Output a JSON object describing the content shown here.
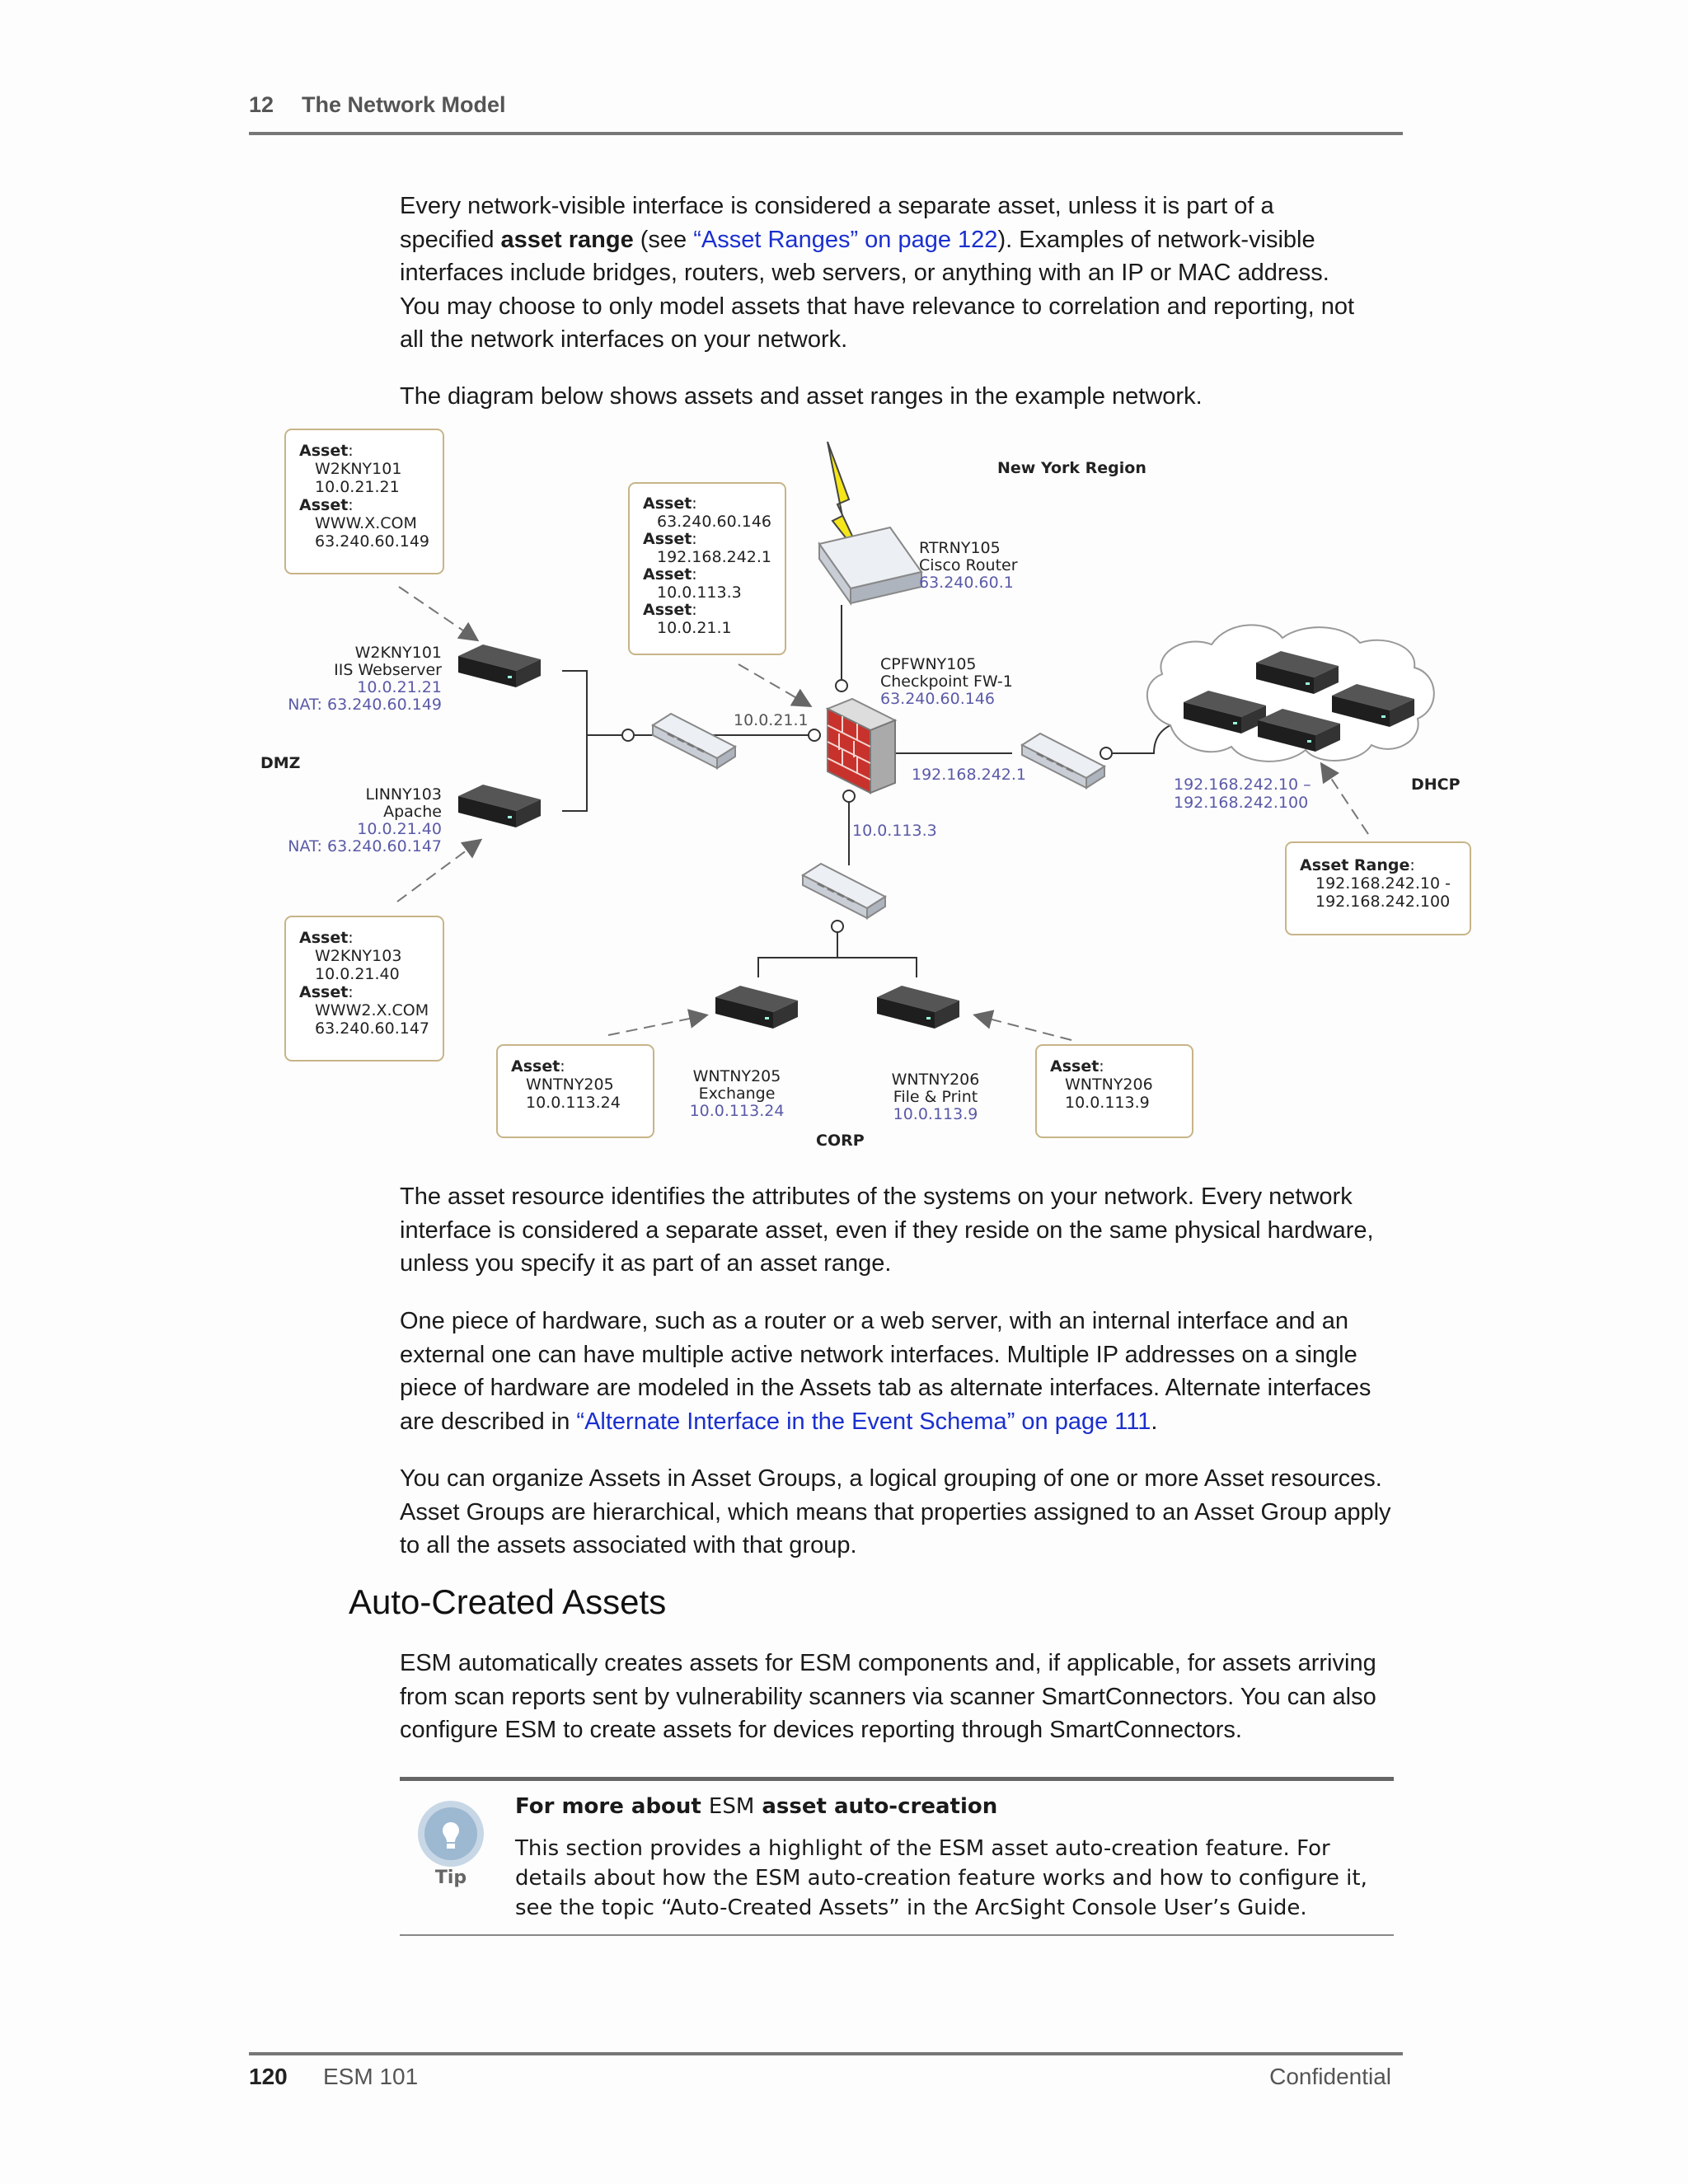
{
  "header": {
    "chapter_number": "12",
    "chapter_title": "The Network Model"
  },
  "paragraphs": {
    "p1_a": "Every network-visible interface is considered a separate asset, unless it is part of a",
    "p1_b_pre": "specified ",
    "p1_b_bold": "asset range",
    "p1_b_mid": " (see ",
    "p1_b_link": "“Asset Ranges” on page 122",
    "p1_b_post": "). Examples of network-visible",
    "p1_c": "interfaces include bridges, routers, web servers, or anything with an IP or MAC address.",
    "p1_d": "You may choose to only model assets that have relevance to correlation and reporting, not",
    "p1_e": "all the network interfaces on your network.",
    "p2": "The diagram below shows assets and asset ranges in the example network.",
    "p3": "The asset resource identifies the attributes of the systems on your network. Every network interface is considered a separate asset, even if they reside on the same physical hardware, unless you specify it as part of an asset range.",
    "p4_pre": "One piece of hardware, such as a router or a web server, with an internal interface and an external one can have multiple active network interfaces. Multiple IP addresses on a single piece of hardware are modeled in the Assets tab as alternate interfaces. Alternate interfaces are described in ",
    "p4_link": "“Alternate Interface in the Event Schema” on page 111",
    "p4_post": ".",
    "p5": "You can organize Assets in Asset Groups, a logical grouping of one or more Asset resources. Asset Groups are hierarchical, which means that properties assigned to an Asset Group apply to all the assets associated with that group.",
    "heading": "Auto-Created Assets",
    "p6": "ESM automatically creates assets for ESM components and, if applicable, for assets arriving from scan reports sent by vulnerability scanners via scanner SmartConnectors. You can also configure ESM to create assets for devices reporting through SmartConnectors."
  },
  "tip": {
    "icon_label": "Tip",
    "title_pre": "For more about ",
    "title_mid": "ESM",
    "title_bold": " asset auto-creation",
    "body": "This section provides a highlight of the ESM asset auto-creation feature. For details about how the ESM auto-creation feature works and how to configure it, see the topic “Auto-Created Assets” in the ArcSight Console User’s Guide."
  },
  "diagram": {
    "region_ny": "New York Region",
    "zone_dmz": "DMZ",
    "zone_dhcp": "DHCP",
    "zone_corp": "CORP",
    "asset_key": "Asset",
    "asset_range_key": "Asset Range",
    "colon": ":",
    "box_dmz1": [
      "W2KNY101",
      "10.0.21.21",
      "WWW.X.COM",
      "63.240.60.149"
    ],
    "box_fw": [
      "63.240.60.146",
      "192.168.242.1",
      "10.0.113.3",
      "10.0.21.1"
    ],
    "box_dmz2": [
      "W2KNY103",
      "10.0.21.40",
      "WWW2.X.COM",
      "63.240.60.147"
    ],
    "box_corp1": [
      "WNTNY205",
      "10.0.113.24"
    ],
    "box_corp2": [
      "WNTNY206",
      "10.0.113.9"
    ],
    "box_range": [
      "192.168.242.10 -",
      "192.168.242.100"
    ],
    "router": {
      "name": "RTRNY105",
      "type": "Cisco Router",
      "ip": "63.240.60.1"
    },
    "firewall": {
      "name": "CPFWNY105",
      "type": "Checkpoint FW-1",
      "ip": "63.240.60.146"
    },
    "web1": {
      "name": "W2KNY101",
      "type": "IIS Webserver",
      "ip": "10.0.21.21",
      "nat": "NAT: 63.240.60.149"
    },
    "web2": {
      "name": "LINNY103",
      "type": "Apache",
      "ip": "10.0.21.40",
      "nat": "NAT: 63.240.60.147"
    },
    "srv205": {
      "name": "WNTNY205",
      "type": "Exchange",
      "ip": "10.0.113.24"
    },
    "srv206": {
      "name": "WNTNY206",
      "type": "File & Print",
      "ip": "10.0.113.9"
    },
    "link_dmz": "10.0.21.1",
    "link_dhcp": "192.168.242.1",
    "link_corp": "10.0.113.3",
    "dhcp_range": [
      "192.168.242.10 –",
      "192.168.242.100"
    ]
  },
  "footer": {
    "page_number": "120",
    "book_title": "ESM 101",
    "classification": "Confidential"
  }
}
